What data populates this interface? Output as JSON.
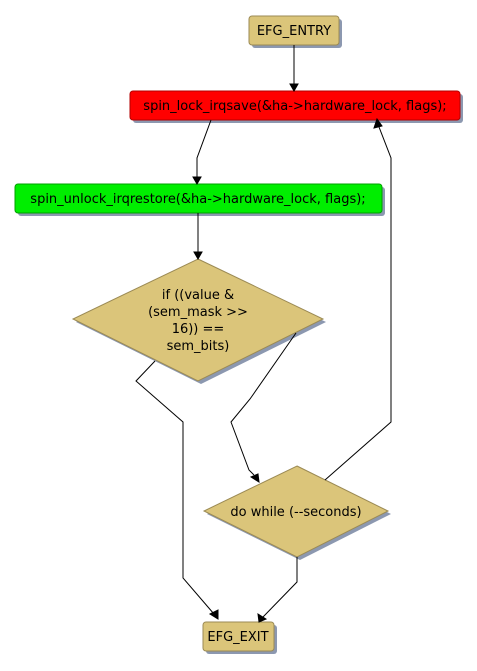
{
  "colors": {
    "node_fill": "#DBC57A",
    "node_stroke": "#9B8A54",
    "lock_fill": "#FF0000",
    "lock_stroke": "#B30000",
    "unlock_fill": "#00EE00",
    "unlock_stroke": "#00A000",
    "shadow": "#8C98B0",
    "edge": "#000000"
  },
  "nodes": {
    "entry": {
      "label": "EFG_ENTRY"
    },
    "lock": {
      "label": "spin_lock_irqsave(&ha->hardware_lock, flags);"
    },
    "unlock": {
      "label": "spin_unlock_irqrestore(&ha->hardware_lock, flags);"
    },
    "condition": {
      "lines": [
        "if ((value &",
        "(sem_mask >>",
        "16)) ==",
        "sem_bits)"
      ]
    },
    "loop": {
      "label": "do while (--seconds)"
    },
    "exit": {
      "label": "EFG_EXIT"
    }
  }
}
